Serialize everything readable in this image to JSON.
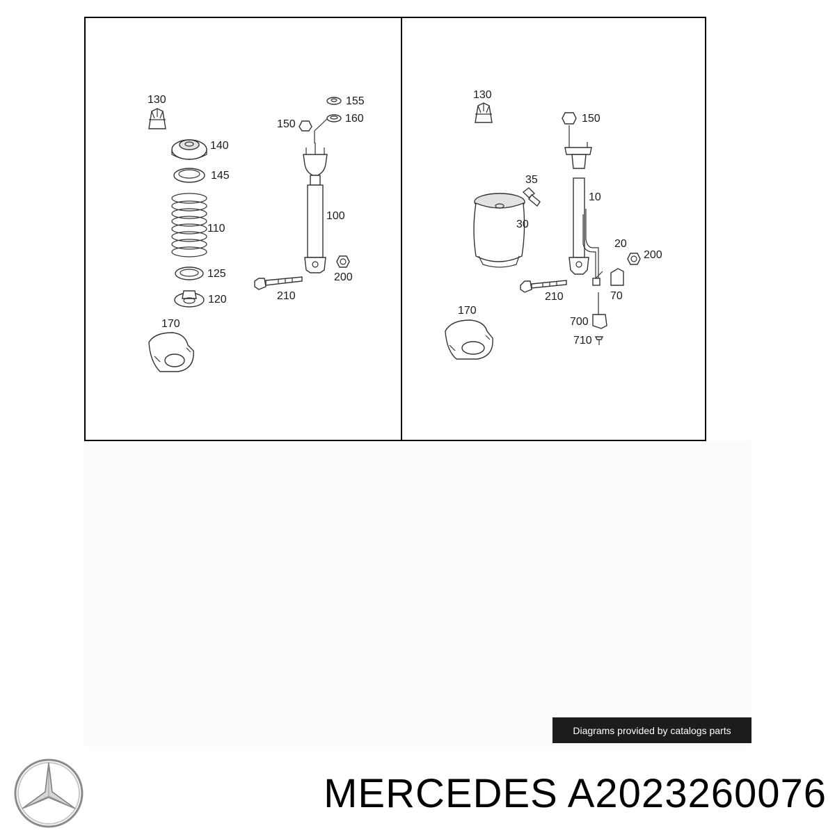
{
  "diagram": {
    "left_panel": {
      "callouts": [
        "130",
        "140",
        "145",
        "110",
        "125",
        "120",
        "170",
        "155",
        "160",
        "150",
        "100",
        "200",
        "210"
      ]
    },
    "right_panel": {
      "callouts": [
        "130",
        "150",
        "35",
        "10",
        "30",
        "20",
        "200",
        "210",
        "70",
        "170",
        "700",
        "710"
      ]
    }
  },
  "watermark": {
    "text": "Diagrams provided by catalogs parts"
  },
  "footer": {
    "logo": "mercedes-star-logo",
    "brand": "MERCEDES",
    "part_number": "A2023260076",
    "title": "MERCEDES A2023260076"
  },
  "colors": {
    "frame": "#000000",
    "ink": "#333333",
    "watermark_bg": "#1c1c1c",
    "watermark_text": "#ffffff"
  }
}
